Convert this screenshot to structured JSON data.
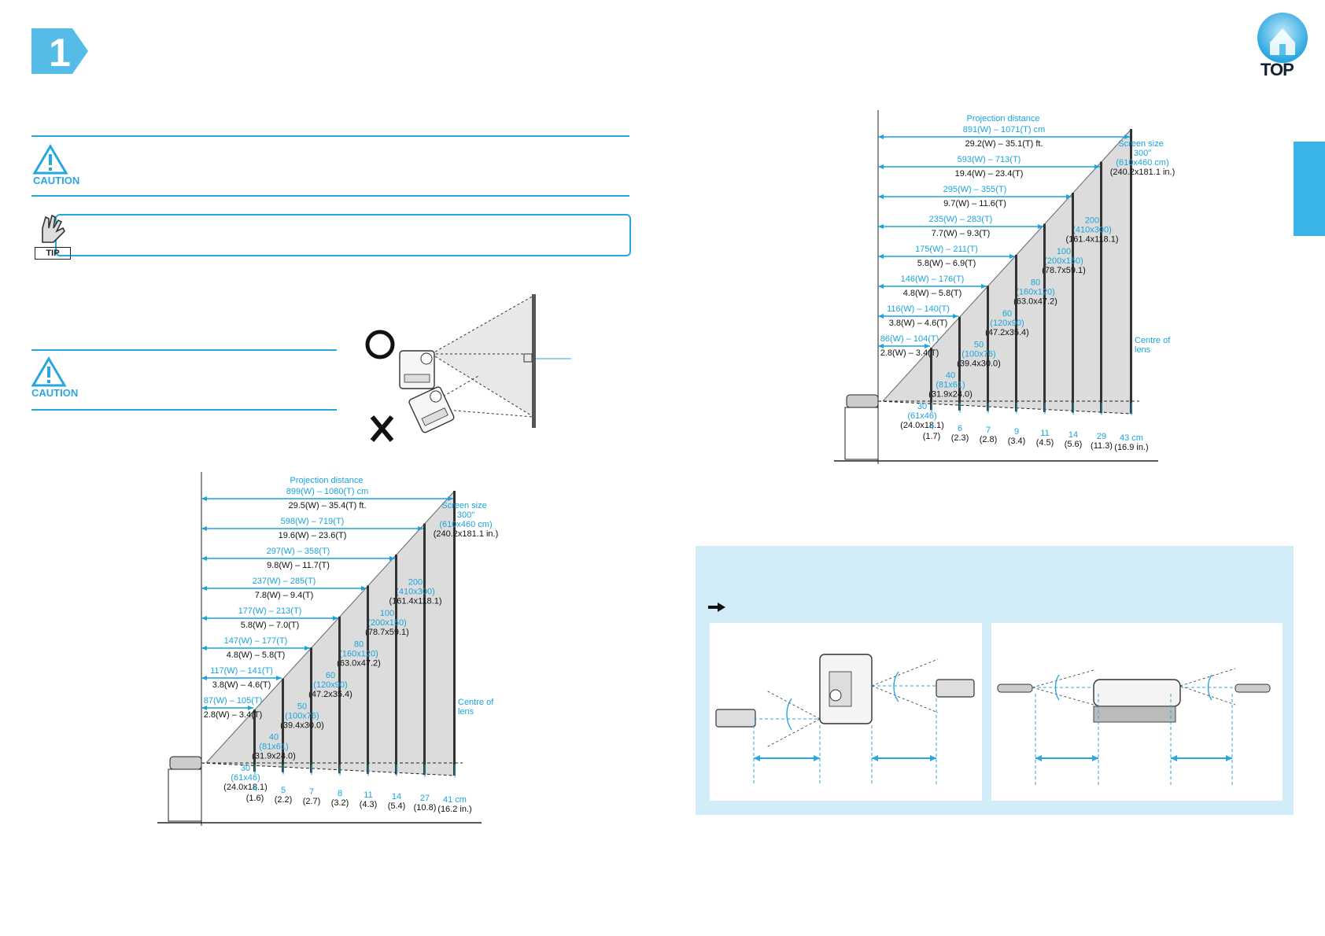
{
  "step": {
    "number": "1"
  },
  "top_button": {
    "label": "TOP"
  },
  "caution_label": "CAUTION",
  "tip_label": "TIP",
  "diagram1": {
    "proj_title": "Projection distance",
    "rows": [
      {
        "cm": "899(W) – 1080(T) cm",
        "ft": "29.5(W) – 35.4(T) ft."
      },
      {
        "cm": "598(W) – 719(T)",
        "ft": "19.6(W) – 23.6(T)"
      },
      {
        "cm": "297(W) – 358(T)",
        "ft": "9.8(W) – 11.7(T)"
      },
      {
        "cm": "237(W) – 285(T)",
        "ft": "7.8(W) – 9.4(T)"
      },
      {
        "cm": "177(W) – 213(T)",
        "ft": "5.8(W) – 7.0(T)"
      },
      {
        "cm": "147(W) – 177(T)",
        "ft": "4.8(W) – 5.8(T)"
      },
      {
        "cm": "117(W) – 141(T)",
        "ft": "3.8(W) – 4.6(T)"
      },
      {
        "cm": "87(W) – 105(T)",
        "ft": "2.8(W) – 3.4(T)"
      }
    ],
    "screen_size_label": "Screen size",
    "sizes": [
      {
        "size": "300\"",
        "cm": "(610x460 cm)",
        "in": "(240.2x181.1 in.)"
      },
      {
        "size": "200",
        "cm": "(410x300)",
        "in": "(161.4x118.1)"
      },
      {
        "size": "100",
        "cm": "(200x150)",
        "in": "(78.7x59.1)"
      },
      {
        "size": "80",
        "cm": "(160x120)",
        "in": "(63.0x47.2)"
      },
      {
        "size": "60",
        "cm": "(120x90)",
        "in": "(47.2x35.4)"
      },
      {
        "size": "50",
        "cm": "(100x76)",
        "in": "(39.4x30.0)"
      },
      {
        "size": "40",
        "cm": "(81x61)",
        "in": "(31.9x24.0)"
      },
      {
        "size": "30",
        "cm": "(61x46)",
        "in": "(24.0x18.1)"
      }
    ],
    "centre_label": [
      "Centre of",
      "lens"
    ],
    "offsets": [
      {
        "cm": "4",
        "in": "(1.6)"
      },
      {
        "cm": "5",
        "in": "(2.2)"
      },
      {
        "cm": "7",
        "in": "(2.7)"
      },
      {
        "cm": "8",
        "in": "(3.2)"
      },
      {
        "cm": "11",
        "in": "(4.3)"
      },
      {
        "cm": "14",
        "in": "(5.4)"
      },
      {
        "cm": "27",
        "in": "(10.8)"
      },
      {
        "cm": "41 cm",
        "in": "(16.2 in.)"
      }
    ]
  },
  "diagram2": {
    "proj_title": "Projection distance",
    "rows": [
      {
        "cm": "891(W) – 1071(T) cm",
        "ft": "29.2(W) – 35.1(T) ft."
      },
      {
        "cm": "593(W) – 713(T)",
        "ft": "19.4(W) – 23.4(T)"
      },
      {
        "cm": "295(W) – 355(T)",
        "ft": "9.7(W) – 11.6(T)"
      },
      {
        "cm": "235(W) – 283(T)",
        "ft": "7.7(W) – 9.3(T)"
      },
      {
        "cm": "175(W) – 211(T)",
        "ft": "5.8(W) – 6.9(T)"
      },
      {
        "cm": "146(W) – 176(T)",
        "ft": "4.8(W) – 5.8(T)"
      },
      {
        "cm": "116(W) – 140(T)",
        "ft": "3.8(W) – 4.6(T)"
      },
      {
        "cm": "86(W) – 104(T)",
        "ft": "2.8(W) – 3.4(T)"
      }
    ],
    "screen_size_label": "Screen size",
    "sizes": [
      {
        "size": "300\"",
        "cm": "(610x460 cm)",
        "in": "(240.2x181.1 in.)"
      },
      {
        "size": "200",
        "cm": "(410x300)",
        "in": "(161.4x118.1)"
      },
      {
        "size": "100",
        "cm": "(200x150)",
        "in": "(78.7x59.1)"
      },
      {
        "size": "80",
        "cm": "(160x120)",
        "in": "(63.0x47.2)"
      },
      {
        "size": "60",
        "cm": "(120x90)",
        "in": "(47.2x35.4)"
      },
      {
        "size": "50",
        "cm": "(100x76)",
        "in": "(39.4x30.0)"
      },
      {
        "size": "40",
        "cm": "(81x61)",
        "in": "(31.9x24.0)"
      },
      {
        "size": "30",
        "cm": "(61x46)",
        "in": "(24.0x18.1)"
      }
    ],
    "centre_label": [
      "Centre of",
      "lens"
    ],
    "offsets": [
      {
        "cm": "4",
        "in": "(1.7)"
      },
      {
        "cm": "6",
        "in": "(2.3)"
      },
      {
        "cm": "7",
        "in": "(2.8)"
      },
      {
        "cm": "9",
        "in": "(3.4)"
      },
      {
        "cm": "11",
        "in": "(4.5)"
      },
      {
        "cm": "14",
        "in": "(5.6)"
      },
      {
        "cm": "29",
        "in": "(11.3)"
      },
      {
        "cm": "43 cm",
        "in": "(16.9 in.)"
      }
    ]
  },
  "colors": {
    "accent": "#2aa6df",
    "panel_bg": "#d3edf8",
    "tab": "#3bb4e8"
  },
  "icons": [
    "step-arrow-icon",
    "top-house-icon",
    "caution-triangle-icon",
    "tip-hand-icon",
    "pointing-hand-icon",
    "circle-ok-icon",
    "cross-ng-icon"
  ]
}
